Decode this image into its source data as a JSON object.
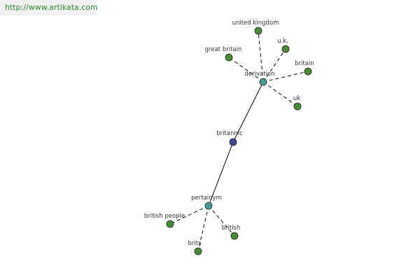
{
  "header": {
    "url": "http://www.artikata.com"
  },
  "graph": {
    "colors": {
      "root": "#3b4a8a",
      "relation": "#4a9a9a",
      "leaf": "#4a8a3a",
      "edge": "#000000",
      "url_text": "#2e8b2e"
    },
    "nodes": [
      {
        "id": "britannic",
        "label": "britannic",
        "kind": "root"
      },
      {
        "id": "derivation",
        "label": "derivation",
        "kind": "relation"
      },
      {
        "id": "pertainym",
        "label": "pertainym",
        "kind": "relation"
      },
      {
        "id": "united-kingdom",
        "label": "united kingdom",
        "kind": "leaf"
      },
      {
        "id": "u-k",
        "label": "u.k.",
        "kind": "leaf"
      },
      {
        "id": "great-britain",
        "label": "great britain",
        "kind": "leaf"
      },
      {
        "id": "britain",
        "label": "britain",
        "kind": "leaf"
      },
      {
        "id": "uk",
        "label": "uk",
        "kind": "leaf"
      },
      {
        "id": "british-people",
        "label": "british people",
        "kind": "leaf"
      },
      {
        "id": "british",
        "label": "british",
        "kind": "leaf"
      },
      {
        "id": "brits",
        "label": "brits",
        "kind": "leaf"
      }
    ],
    "edges": [
      {
        "from": "britannic",
        "to": "derivation",
        "style": "solid"
      },
      {
        "from": "britannic",
        "to": "pertainym",
        "style": "solid"
      },
      {
        "from": "derivation",
        "to": "united-kingdom",
        "style": "dashed"
      },
      {
        "from": "derivation",
        "to": "u-k",
        "style": "dashed"
      },
      {
        "from": "derivation",
        "to": "great-britain",
        "style": "dashed"
      },
      {
        "from": "derivation",
        "to": "britain",
        "style": "dashed"
      },
      {
        "from": "derivation",
        "to": "uk",
        "style": "dashed"
      },
      {
        "from": "pertainym",
        "to": "british-people",
        "style": "dashed"
      },
      {
        "from": "pertainym",
        "to": "british",
        "style": "dashed"
      },
      {
        "from": "pertainym",
        "to": "brits",
        "style": "dashed"
      }
    ]
  }
}
